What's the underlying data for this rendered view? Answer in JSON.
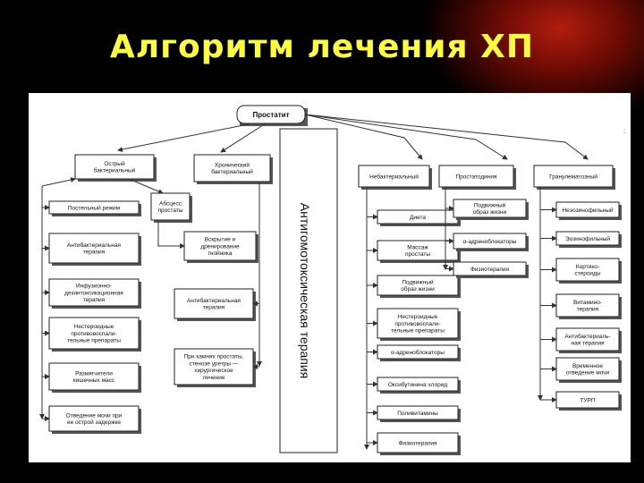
{
  "title": "Алгоритм лечения ХП",
  "root": "Простатит",
  "vertical_label": "Антигомотоксическая терапия",
  "left": {
    "acute": [
      "Острый",
      "бактериальный"
    ],
    "chronic": [
      "Хронический",
      "бактериальный"
    ],
    "abscess": [
      "Абсцесс",
      "простаты"
    ],
    "acute_items": [
      [
        "Постельный режим"
      ],
      [
        "Антибактериальная",
        "терапия"
      ],
      [
        "Инфузионно-",
        "дезинтоксикационная",
        "терапия"
      ],
      [
        "Нестероидные",
        "противовоспали-",
        "тельные препараты"
      ],
      [
        "Размягчители",
        "кишечных масс"
      ],
      [
        "Отведение мочи при",
        "ее острой задержке"
      ]
    ],
    "abscess_item": [
      "Вскрытие и",
      "дренирование",
      "гнойника"
    ],
    "chronic_items": [
      [
        "Антибактериальная",
        "терапия"
      ],
      [
        "При камнях простаты,",
        "стенозе уретры —",
        "хирургическое",
        "лечение"
      ]
    ]
  },
  "right": {
    "nonbact": "Небактериальный",
    "prostatodynia": "Простатодиния",
    "granulomatous": "Гранулематозный",
    "nonbact_items": [
      [
        "Диета"
      ],
      [
        "Массаж",
        "простаты"
      ],
      [
        "Подвижный",
        "образ жизни"
      ],
      [
        "Нестероидные",
        "противовоспали-",
        "тельные препараты"
      ],
      [
        "α-адреноблокаторы"
      ],
      [
        "Оксибутинина хлорид"
      ],
      [
        "Поливитамины"
      ],
      [
        "Физиотерапия"
      ]
    ],
    "prostatodynia_items": [
      [
        "Подвижный",
        "образ жизни"
      ],
      [
        "α-адреноблокаторы"
      ],
      [
        "Физиотерапия"
      ]
    ],
    "granulomatous_items": [
      [
        "Неэозинофильный"
      ],
      [
        "Эозинофильный"
      ],
      [
        "Кортико-",
        "стероиды"
      ],
      [
        "Витамино-",
        "терапия"
      ],
      [
        "Антибактериаль-",
        "ная терапия"
      ],
      [
        "Временное",
        "отведение мочи"
      ],
      [
        "ТУРП"
      ]
    ]
  }
}
